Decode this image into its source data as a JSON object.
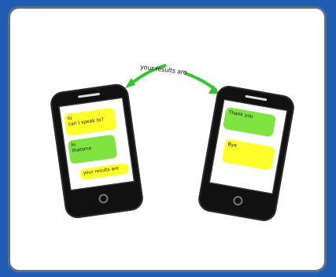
{
  "diagram": {
    "arrow_label": "your results are",
    "left_phone_messages": [
      {
        "text_line1": "hi",
        "text_line2": "can I speak to?",
        "color": "#ffff2a"
      },
      {
        "text_line1": "hi",
        "text_line2": "thatsme",
        "color": "#7fe43f"
      },
      {
        "text_line1": "your results are",
        "text_line2": "",
        "color": "#ffff2a"
      }
    ],
    "right_phone_messages": [
      {
        "text_line1": "Thank you",
        "text_line2": "",
        "color": "#7fe43f"
      },
      {
        "text_line1": "Bye",
        "text_line2": "",
        "color": "#ffff2a"
      }
    ],
    "colors": {
      "background": "#1f5db4",
      "card": "#ffffff",
      "card_border": "#5f6f86",
      "arrow": "#33c62f"
    }
  }
}
